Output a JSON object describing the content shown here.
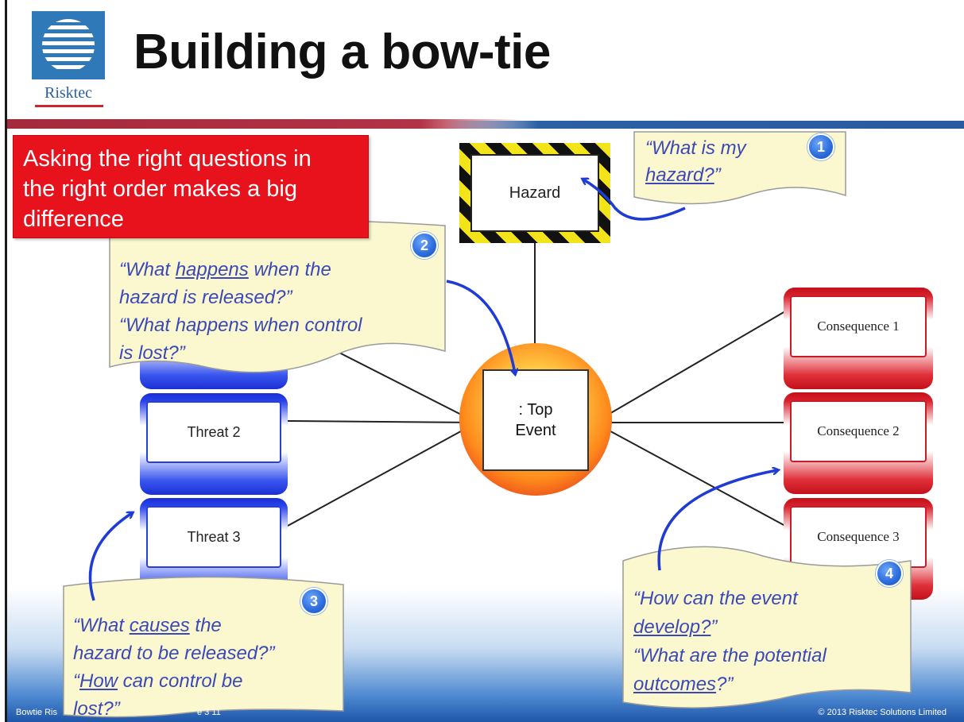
{
  "logo": {
    "label": "Risktec"
  },
  "title": "Building a bow-tie",
  "banner": {
    "lines": [
      "Asking the right questions in",
      "the right order makes a big",
      "difference"
    ]
  },
  "hazard": {
    "label": "Hazard"
  },
  "top_event": {
    "line1": ": Top",
    "line2": "Event"
  },
  "threats": [
    "Threat 2",
    "Threat 3"
  ],
  "consequences": [
    "Consequence 1",
    "Consequence 2",
    "Consequence 3"
  ],
  "notes": {
    "q1": {
      "badge": "1",
      "lines": [
        [
          {
            "t": "“What is my"
          }
        ],
        [
          {
            "t": "hazard?",
            "u": true
          },
          {
            "t": "”"
          }
        ]
      ]
    },
    "q2": {
      "badge": "2",
      "lines": [
        [
          {
            "t": "“What "
          },
          {
            "t": "happens",
            "u": true
          },
          {
            "t": " when the"
          }
        ],
        [
          {
            "t": "hazard is released?”"
          }
        ],
        [
          {
            "t": "“What happens when control"
          }
        ],
        [
          {
            "t": "is lost?”"
          }
        ]
      ]
    },
    "q3": {
      "badge": "3",
      "lines": [
        [
          {
            "t": "“What "
          },
          {
            "t": "causes",
            "u": true
          },
          {
            "t": " the"
          }
        ],
        [
          {
            "t": "hazard to be released?”"
          }
        ],
        [
          {
            "t": "“"
          },
          {
            "t": "How",
            "u": true
          },
          {
            "t": " can control be"
          }
        ],
        [
          {
            "t": "lost?”"
          }
        ]
      ]
    },
    "q4": {
      "badge": "4",
      "lines": [
        [
          {
            "t": "“How can the event"
          }
        ],
        [
          {
            "t": "develop?",
            "u": true
          },
          {
            "t": "”"
          }
        ],
        [
          {
            "t": "“What are the potential"
          }
        ],
        [
          {
            "t": "outcomes",
            "u": true
          },
          {
            "t": "?”"
          }
        ]
      ]
    }
  },
  "footer": {
    "left": "Bowtie Ris",
    "mid": "e 3 11",
    "right": "© 2013 Risktec Solutions Limited"
  },
  "colors": {
    "threat": "#2a3fd8",
    "consequence": "#c81c26",
    "note_text": "#3b49b8",
    "note_fill": "#fbf8cf",
    "banner": "#e8121d",
    "arrow": "#1f3bd6"
  }
}
